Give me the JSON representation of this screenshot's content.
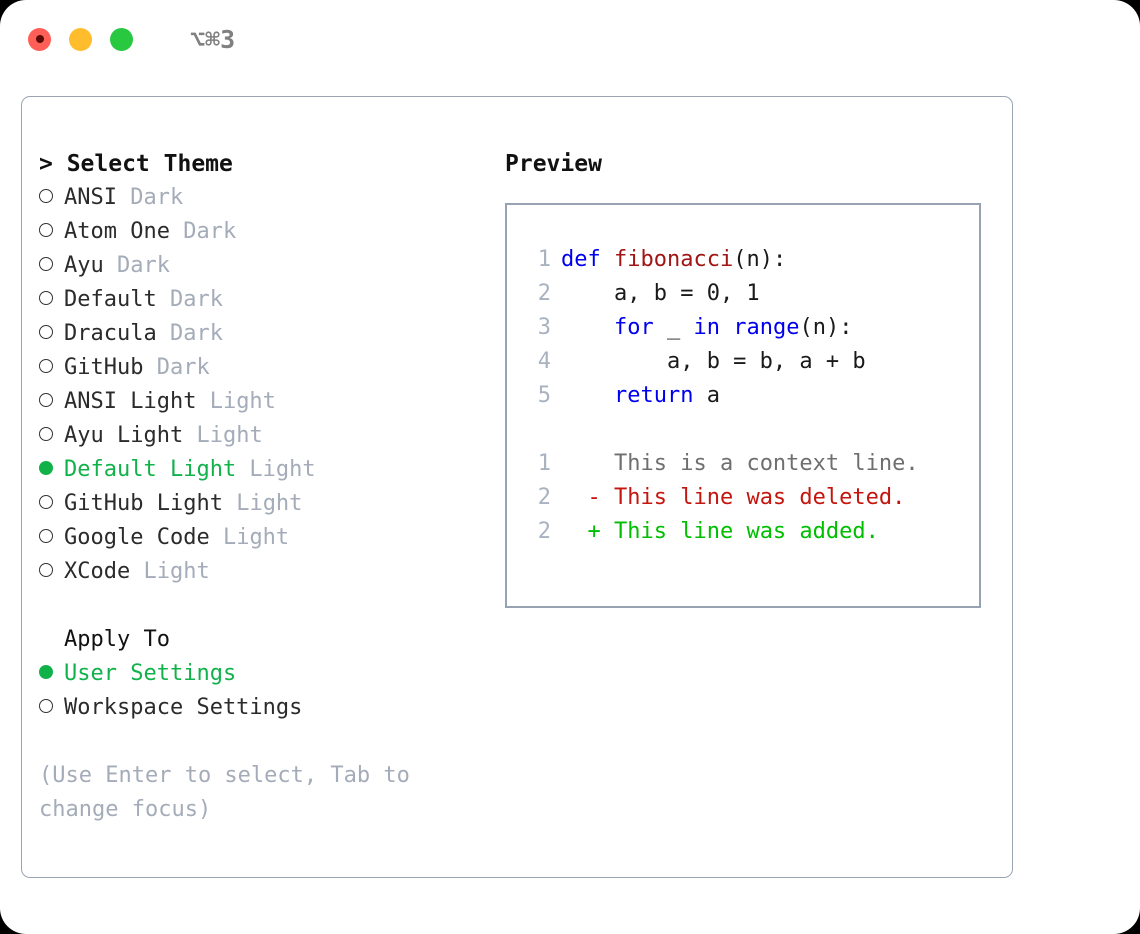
{
  "titlebar": {
    "shortcut": "⌥⌘3",
    "buttons": [
      {
        "name": "close",
        "color": "#ff5f56"
      },
      {
        "name": "minimize",
        "color": "#ffbd2e"
      },
      {
        "name": "zoom",
        "color": "#28c840"
      }
    ]
  },
  "theme_picker": {
    "header": "> Select Theme",
    "marker_selected": "●",
    "marker_unselected": "○",
    "items": [
      {
        "label": "ANSI",
        "category": "Dark",
        "selected": false
      },
      {
        "label": "Atom One",
        "category": "Dark",
        "selected": false
      },
      {
        "label": "Ayu",
        "category": "Dark",
        "selected": false
      },
      {
        "label": "Default",
        "category": "Dark",
        "selected": false
      },
      {
        "label": "Dracula",
        "category": "Dark",
        "selected": false
      },
      {
        "label": "GitHub",
        "category": "Dark",
        "selected": false
      },
      {
        "label": "ANSI Light",
        "category": "Light",
        "selected": false
      },
      {
        "label": "Ayu Light",
        "category": "Light",
        "selected": false
      },
      {
        "label": "Default Light",
        "category": "Light",
        "selected": true
      },
      {
        "label": "GitHub Light",
        "category": "Light",
        "selected": false
      },
      {
        "label": "Google Code",
        "category": "Light",
        "selected": false
      },
      {
        "label": "XCode",
        "category": "Light",
        "selected": false
      }
    ]
  },
  "apply_to": {
    "title": "Apply To",
    "items": [
      {
        "label": "User Settings",
        "selected": true
      },
      {
        "label": "Workspace Settings",
        "selected": false
      }
    ]
  },
  "hint": "(Use Enter to select, Tab to change focus)",
  "preview": {
    "title": "Preview",
    "code": [
      {
        "no": "1",
        "tokens": [
          {
            "t": "def ",
            "c": "kw"
          },
          {
            "t": "fibonacci",
            "c": "fn"
          },
          {
            "t": "(n):",
            "c": "pl"
          }
        ]
      },
      {
        "no": "2",
        "tokens": [
          {
            "t": "    a, b = 0, 1",
            "c": "pl"
          }
        ]
      },
      {
        "no": "3",
        "tokens": [
          {
            "t": "    ",
            "c": "pl"
          },
          {
            "t": "for",
            "c": "kw"
          },
          {
            "t": " _ ",
            "c": "pl"
          },
          {
            "t": "in",
            "c": "kw"
          },
          {
            "t": " ",
            "c": "pl"
          },
          {
            "t": "range",
            "c": "kw"
          },
          {
            "t": "(n):",
            "c": "pl"
          }
        ]
      },
      {
        "no": "4",
        "tokens": [
          {
            "t": "        a, b = b, a + b",
            "c": "pl"
          }
        ]
      },
      {
        "no": "5",
        "tokens": [
          {
            "t": "    ",
            "c": "pl"
          },
          {
            "t": "return",
            "c": "kw"
          },
          {
            "t": " a",
            "c": "pl"
          }
        ]
      }
    ],
    "diff": [
      {
        "no": "1",
        "sign": " ",
        "text": " This is a context line.",
        "kind": "diff-ctx"
      },
      {
        "no": "2",
        "sign": "-",
        "text": " This line was deleted.",
        "kind": "diff-del"
      },
      {
        "no": "2",
        "sign": "+",
        "text": " This line was added.",
        "kind": "diff-add"
      }
    ]
  },
  "colors": {
    "accent_green": "#12b24b",
    "muted_gray": "#a4acb9",
    "keyword_blue": "#0000ee",
    "function_red": "#a01515",
    "diff_delete": "#c4160e",
    "diff_add": "#00be00",
    "border": "#9aa5b1"
  }
}
